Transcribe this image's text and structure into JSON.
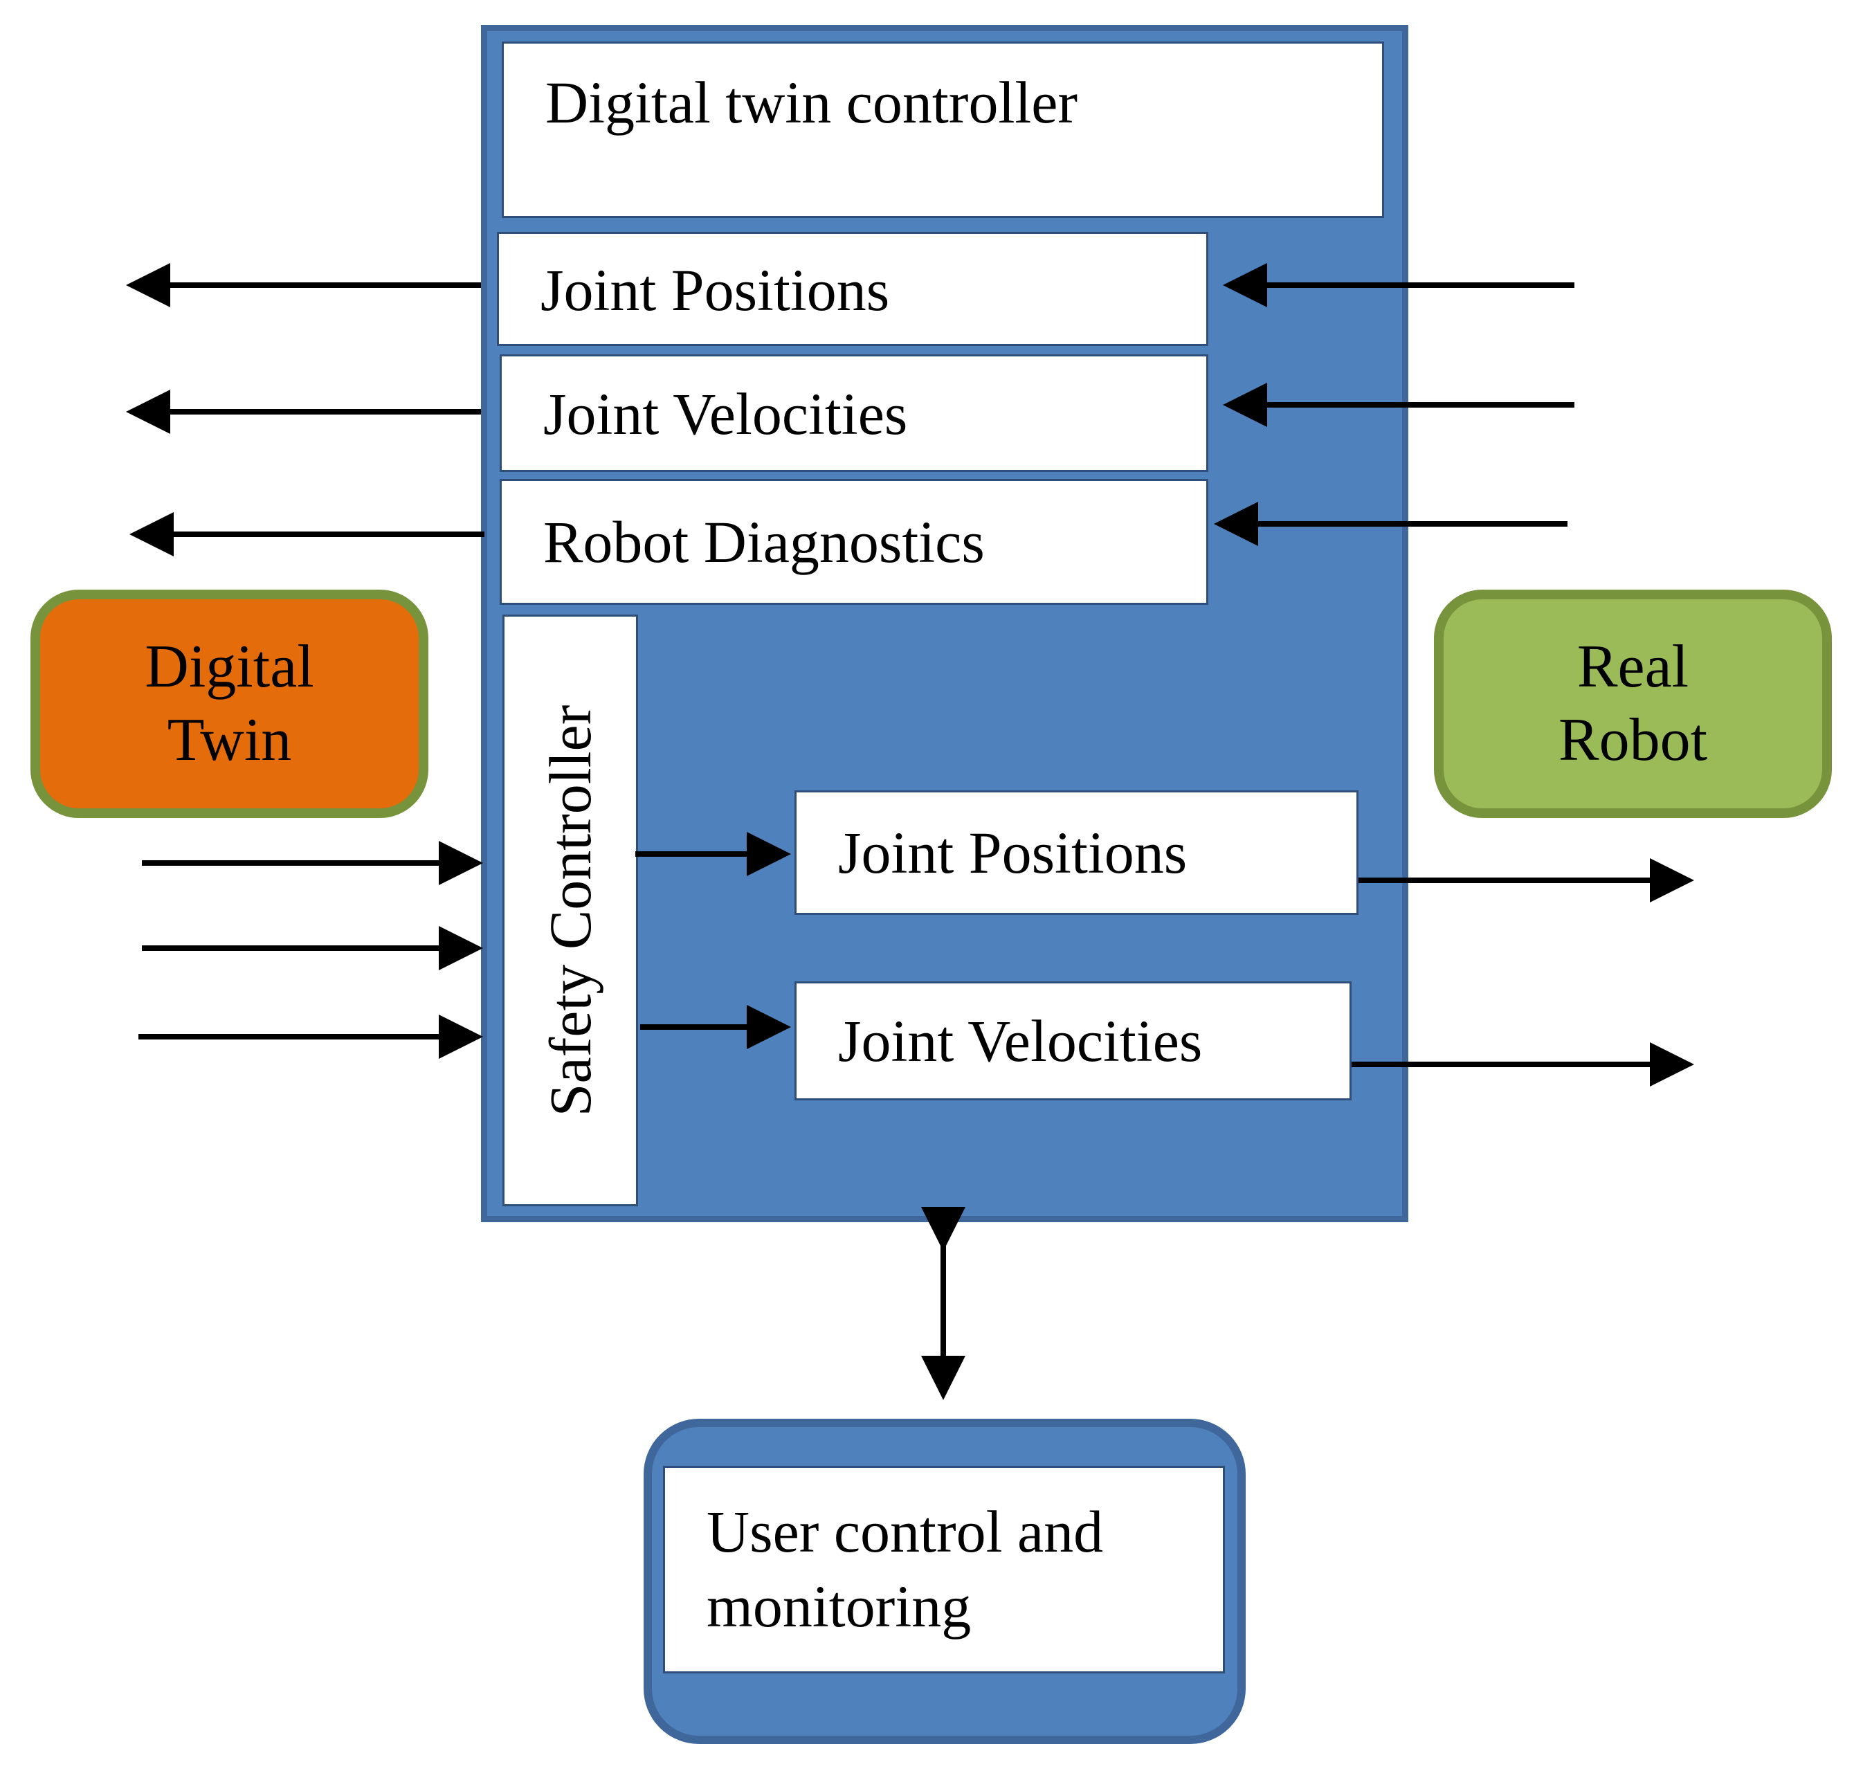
{
  "controller": {
    "title": "Digital twin controller",
    "inputs": [
      "Joint Positions",
      "Joint Velocities",
      "Robot Diagnostics"
    ],
    "safety_controller": "Safety Controller",
    "outputs": [
      "Joint Positions",
      "Joint Velocities"
    ]
  },
  "digital_twin": {
    "line1": "Digital",
    "line2": "Twin"
  },
  "real_robot": {
    "line1": "Real",
    "line2": "Robot"
  },
  "user_panel": {
    "line1": "User control and",
    "line2": "monitoring"
  },
  "colors": {
    "panel_fill": "#4f81bd",
    "panel_border": "#3f679b",
    "digital_twin_fill": "#e46c0a",
    "real_robot_fill": "#9bbb59",
    "rounded_border": "#77933c"
  }
}
